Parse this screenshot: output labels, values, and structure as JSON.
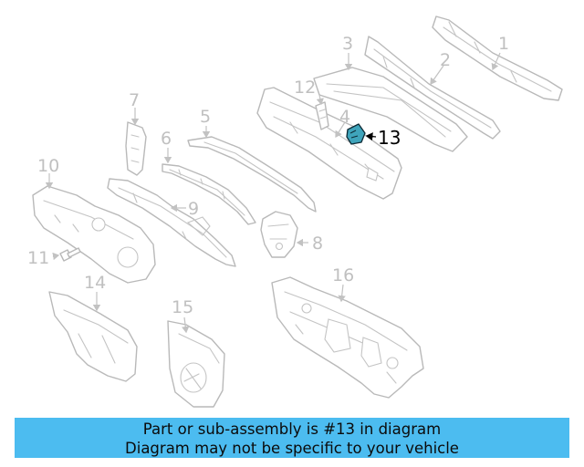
{
  "callouts": {
    "c1": "1",
    "c2": "2",
    "c3": "3",
    "c4": "4",
    "c5": "5",
    "c6": "6",
    "c7": "7",
    "c8": "8",
    "c9": "9",
    "c10": "10",
    "c11": "11",
    "c12": "12",
    "c13": "13",
    "c14": "14",
    "c15": "15",
    "c16": "16"
  },
  "highlighted_part": "13",
  "colors": {
    "banner_bg": "#4cbcf0",
    "highlight": "#3fa4bb",
    "line_art": "#b9b9b9"
  },
  "banner": {
    "line1": "Part or sub-assembly is #13 in diagram",
    "line2": "Diagram may not be specific to your vehicle"
  }
}
